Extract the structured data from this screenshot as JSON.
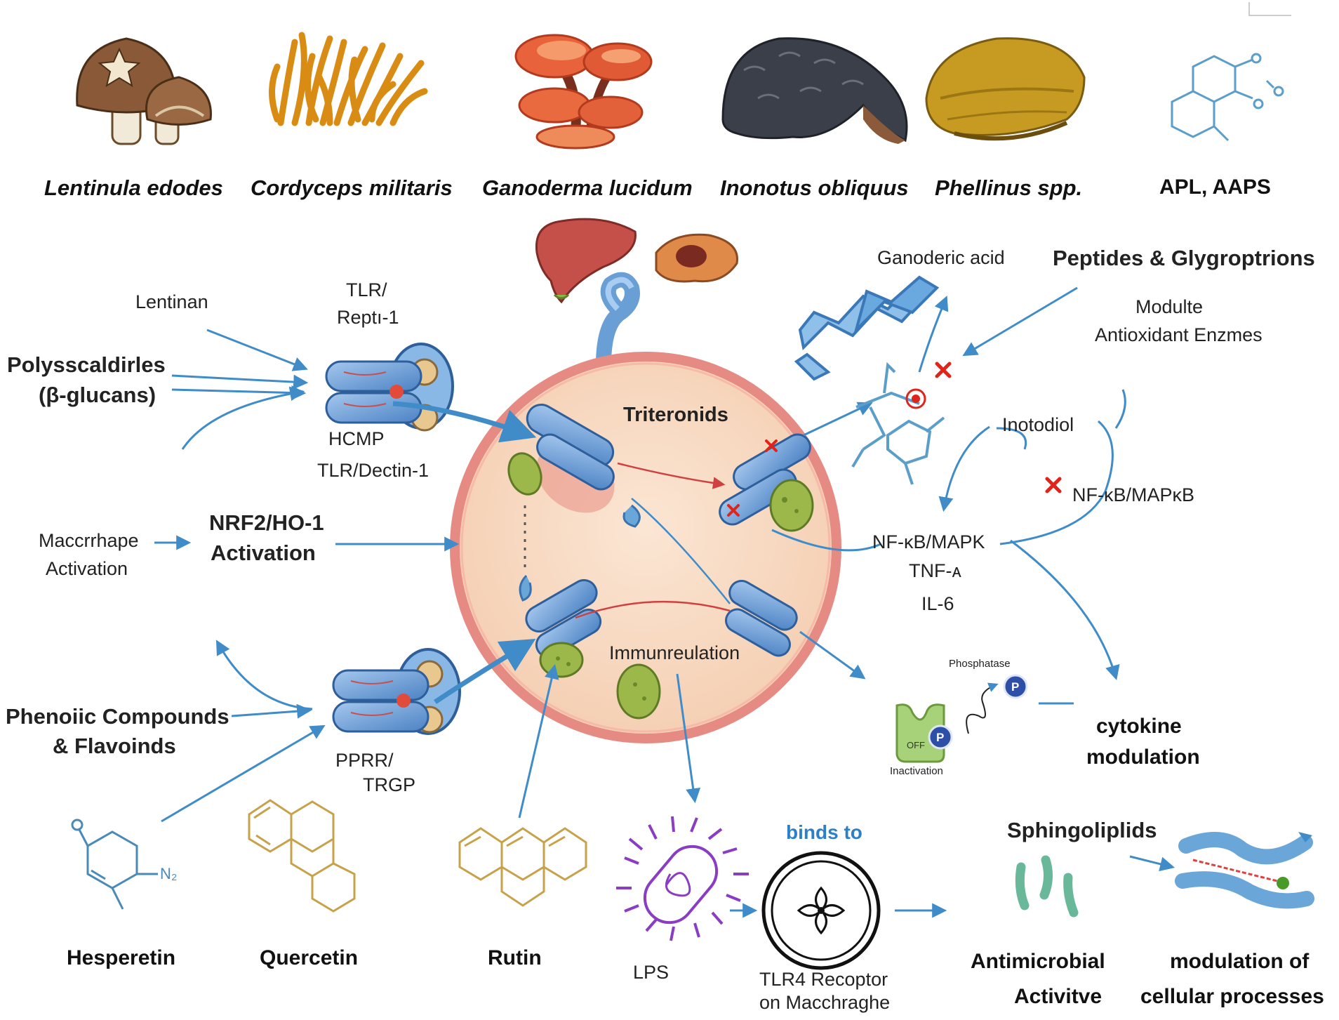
{
  "species": [
    "Lentinula edodes",
    "Cordyceps militaris",
    "Ganoderma lucidum",
    "Inonotus obliquus",
    "Phellinus spp.",
    "APL, AAPS"
  ],
  "left": {
    "lentinan": "Lentinan",
    "polysaccharides_line1": "Polysscaldirles",
    "polysaccharides_line2": "(β-glucans)",
    "tlr_line1": "TLR/",
    "tlr_line2": "Reptı-1",
    "hcmp": "HCMP",
    "tlr_dectin": "TLR/Dectin-1",
    "macrophage_line1": "Maccrrhape",
    "macrophage_line2": "Activation",
    "nrf2_line1": "NRF2/HO-1",
    "nrf2_line2": "Activation",
    "phenolic_line1": "Phenoiic Compounds",
    "phenolic_line2": "& Flavoinds",
    "pprr_line1": "PPRR/",
    "pprr_line2": "TRGP"
  },
  "center": {
    "triterpenoids": "Triteronids",
    "immunoregulation": "Immunreulation"
  },
  "right": {
    "ganoderic_acid": "Ganoderic acid",
    "peptides": "Peptides & Glygroptrions",
    "modulate_line1": "Modulte",
    "modulate_line2": "Antioxidant Enzmes",
    "inotodiol": "Inotodiol",
    "nfkb_right": "NF-κB/MAPκB",
    "nfkb_center": "NF-κB/MAPK",
    "tnf": "TNF-ᴀ",
    "il6": "IL-6",
    "phosphatase": "Phosphatase",
    "p_symbol": "P",
    "off": "OFF",
    "inactivation": "Inactivation",
    "cytokine_line1": "cytokine",
    "cytokine_line2": "modulation"
  },
  "bottom": {
    "n2_label": "N₂",
    "hesperetin": "Hesperetin",
    "quercetin": "Quercetin",
    "rutin": "Rutin",
    "lps": "LPS",
    "binds_to": "binds to",
    "tlr4_line1": "TLR4 Recoptor",
    "tlr4_line2": "on Macchraghe",
    "sphingolipids": "Sphingoliplids",
    "antimicrobial_line1": "Antimicrobial",
    "antimicrobial_line2": "Activitve",
    "modulation_line1": "modulation of",
    "modulation_line2": "cellular processes"
  },
  "colors": {
    "arrow": "#3f8cc8",
    "cell_fill": "#f8dcc4",
    "cell_stroke": "#e58b84",
    "receptor": "#6a9fd6",
    "inhibit": "#e0241b",
    "phenolic": "#c8a24a",
    "lps": "#8a3dc2"
  }
}
